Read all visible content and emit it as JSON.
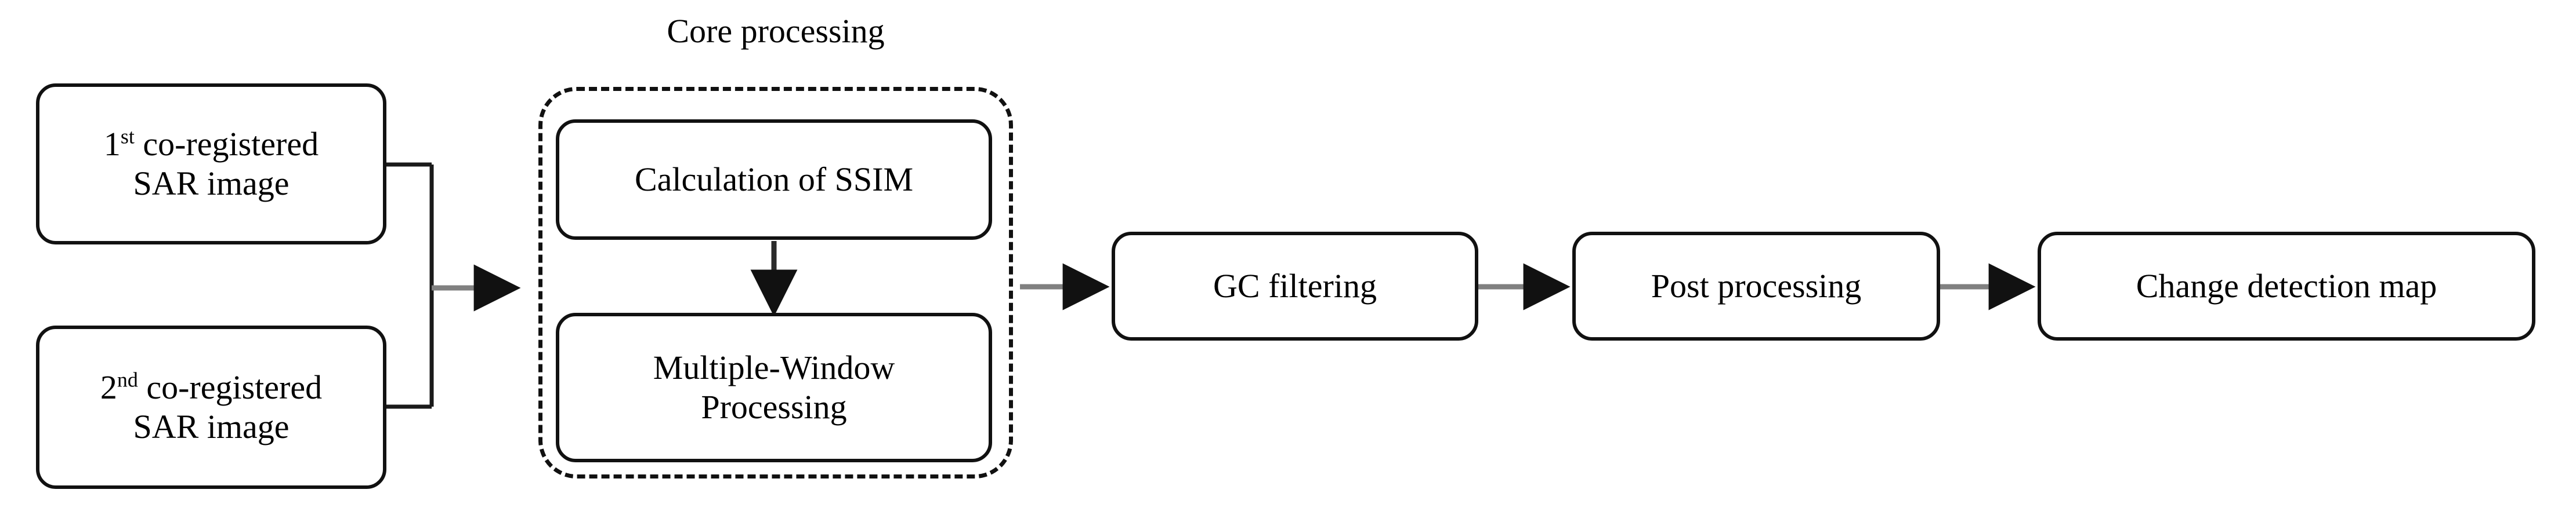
{
  "diagram": {
    "title_caption": "",
    "background_color": "#ffffff",
    "line_color": "#111111",
    "arrow_shaft_color": "#808080",
    "arrow_head_color": "#111111",
    "core_group": {
      "label": "Core processing",
      "border_style": "dashed"
    },
    "nodes": {
      "input_1": {
        "ordinal": "1",
        "ordinal_suffix": "st",
        "line1_rest": " co-registered",
        "line2": "SAR image",
        "full_text": "1st co-registered SAR image"
      },
      "input_2": {
        "ordinal": "2",
        "ordinal_suffix": "nd",
        "line1_rest": " co-registered",
        "line2": "SAR image",
        "full_text": "2nd co-registered SAR image"
      },
      "ssim": {
        "label": "Calculation of SSIM"
      },
      "mwp": {
        "line1": "Multiple-Window",
        "line2": "Processing",
        "full_text": "Multiple-Window Processing"
      },
      "gc_filtering": {
        "label": "GC filtering"
      },
      "post_processing": {
        "label": "Post processing"
      },
      "change_map": {
        "label": "Change detection map"
      }
    },
    "edges": [
      {
        "name": "inputs-merge-to-core",
        "from": "input_1 + input_2",
        "to": "core_group",
        "style": "bracket-merge-arrow"
      },
      {
        "name": "ssim-to-mwp",
        "from": "ssim",
        "to": "mwp",
        "style": "vertical-arrow"
      },
      {
        "name": "core-to-gc",
        "from": "core_group",
        "to": "gc_filtering",
        "style": "horizontal-arrow"
      },
      {
        "name": "gc-to-post",
        "from": "gc_filtering",
        "to": "post_processing",
        "style": "horizontal-arrow"
      },
      {
        "name": "post-to-map",
        "from": "post_processing",
        "to": "change_map",
        "style": "horizontal-arrow"
      }
    ]
  }
}
